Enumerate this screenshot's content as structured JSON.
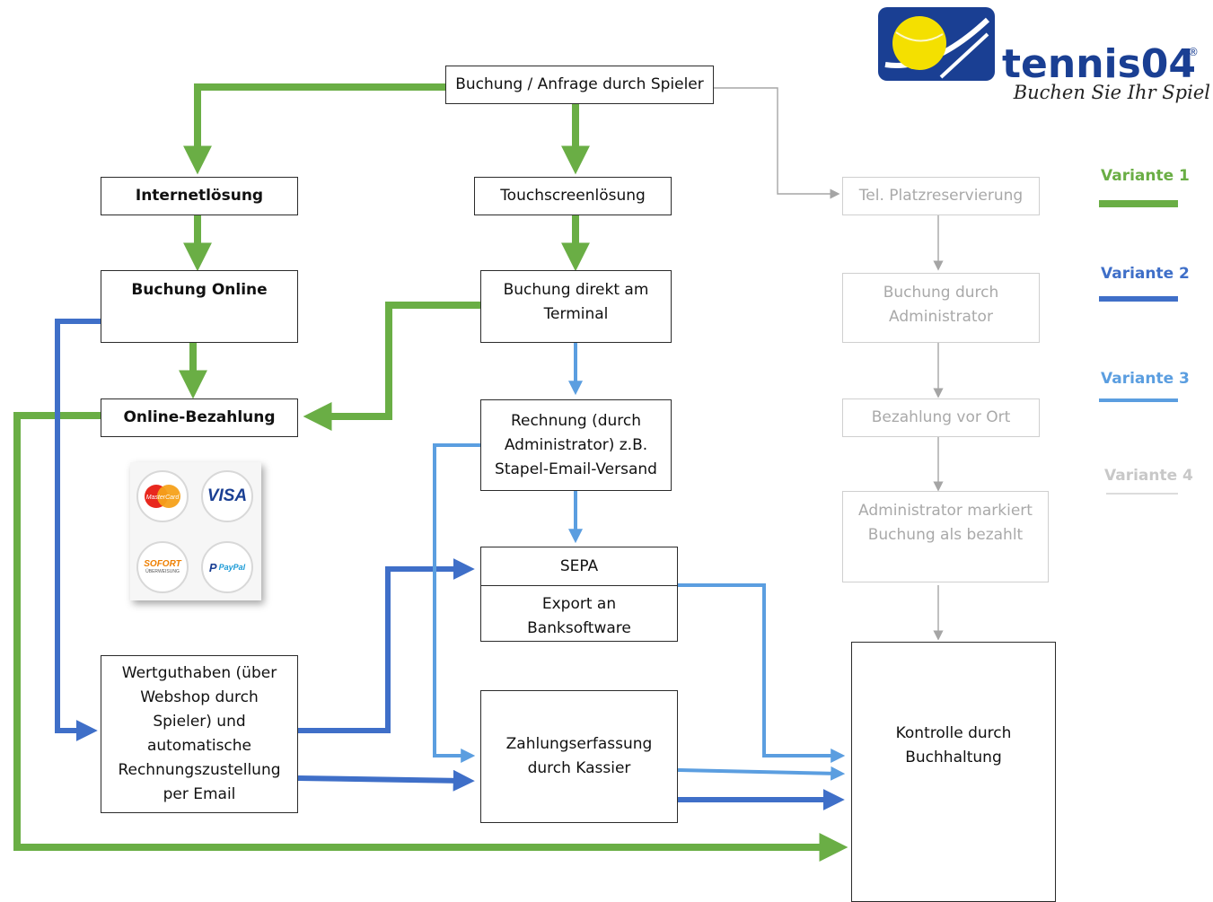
{
  "brand": {
    "name": "tennis04",
    "registered": "®",
    "tagline": "Buchen Sie Ihr Spiel",
    "colors": {
      "navy": "#1a3f93",
      "yellow": "#f4e000",
      "accent": "#1a3f93"
    }
  },
  "legend": [
    {
      "label": "Variante 1",
      "color": "#6aae45"
    },
    {
      "label": "Variante 2",
      "color": "#3f6fc8"
    },
    {
      "label": "Variante 3",
      "color": "#5b9ee0"
    },
    {
      "label": "Variante 4",
      "color": "#c8c8c8"
    }
  ],
  "nodes": {
    "start": "Buchung / Anfrage durch Spieler",
    "internet": "Internetlösung",
    "touch": "Touchscreenlösung",
    "tel": "Tel. Platzreservierung",
    "online_booking": "Buchung Online",
    "terminal": "Buchung direkt am\nTerminal",
    "admin_booking": "Buchung durch\nAdministrator",
    "online_payment": "Online-Bezahlung",
    "invoice": "Rechnung (durch\nAdministrator) z.B.\nStapel-Email-Versand",
    "onsite_payment": "Bezahlung vor Ort",
    "admin_paid": "Administrator markiert\nBuchung als bezahlt",
    "sepa_title": "SEPA",
    "sepa_sub": "Export an\nBanksoftware",
    "credit": "Wertguthaben (über\nWebshop durch\nSpieler) und\nautomatische\nRechnungszustellung\nper Email",
    "cashier": "Zahlungserfassung\ndurch Kassier",
    "accounting": "Kontrolle durch\nBuchhaltung"
  },
  "payment_methods": [
    {
      "name": "MasterCard",
      "icon": "mastercard-icon"
    },
    {
      "name": "VISA",
      "icon": "visa-icon"
    },
    {
      "name": "SOFORT",
      "sub": "ÜBERWEISUNG",
      "icon": "sofort-icon"
    },
    {
      "name": "PayPal",
      "icon": "paypal-icon"
    }
  ],
  "edges": [
    {
      "from": "start",
      "to": "internet",
      "variant": 1
    },
    {
      "from": "start",
      "to": "touch",
      "variant": 1
    },
    {
      "from": "start",
      "to": "tel",
      "variant": 4
    },
    {
      "from": "internet",
      "to": "online_booking",
      "variant": 1
    },
    {
      "from": "online_booking",
      "to": "online_payment",
      "variant": 1
    },
    {
      "from": "touch",
      "to": "terminal",
      "variant": 1
    },
    {
      "from": "terminal",
      "to": "online_payment",
      "variant": 1
    },
    {
      "from": "online_payment",
      "to": "accounting",
      "variant": 1
    },
    {
      "from": "online_booking",
      "to": "credit",
      "variant": 2
    },
    {
      "from": "credit",
      "to": "sepa",
      "variant": 2
    },
    {
      "from": "credit",
      "to": "cashier",
      "variant": 2
    },
    {
      "from": "cashier",
      "to": "accounting",
      "variant": 2
    },
    {
      "from": "terminal",
      "to": "invoice",
      "variant": 3
    },
    {
      "from": "invoice",
      "to": "sepa",
      "variant": 3
    },
    {
      "from": "invoice",
      "to": "cashier",
      "variant": 3
    },
    {
      "from": "sepa",
      "to": "accounting",
      "variant": 3
    },
    {
      "from": "cashier",
      "to": "accounting",
      "variant": 3
    },
    {
      "from": "tel",
      "to": "admin_booking",
      "variant": 4
    },
    {
      "from": "admin_booking",
      "to": "onsite_payment",
      "variant": 4
    },
    {
      "from": "onsite_payment",
      "to": "admin_paid",
      "variant": 4
    },
    {
      "from": "admin_paid",
      "to": "accounting",
      "variant": 4
    }
  ]
}
